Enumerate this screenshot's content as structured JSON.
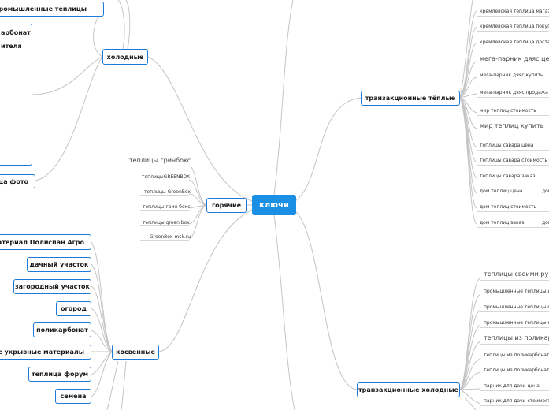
{
  "root": {
    "label": "ключи"
  },
  "branches": {
    "hot": "горячие",
    "cold": "холодные",
    "indirect": "косвенные",
    "trans_warm": "транзакционные тёплые",
    "trans_cold": "транзакционные холодные"
  },
  "cold_children": {
    "industrial": "промышленные теплицы",
    "polycarbonate_card_line1": "арбонат",
    "polycarbonate_card_line2": "ителя",
    "photo": "ица фото"
  },
  "hot_leaves": {
    "header": "теплицы гринбокс",
    "items": [
      "теплицыGREENBOX",
      "теплицы GreenBox",
      "теплицы грин бокс",
      "теплицы green box",
      "GreenBox-msk.ru"
    ]
  },
  "indirect_items": [
    "й материал Полиспан Агро",
    "дачный участок",
    "загородный участок",
    "огород",
    "поликарбонат",
    "ные укрывные материалы",
    "теплица форум",
    "семена"
  ],
  "warm_leaves": [
    "кремлевская теплица магазин",
    "кремлевская теплица покупка",
    "кремлевская теплица доставка",
    "мега-парник дяяс цена",
    "мега-парник дяяс купить",
    "мега-парник дяяс продажа",
    "мир теплиц стоимость",
    "мир теплиц купить",
    "теплицы савара цена",
    "теплицы савара стоимость",
    "теплицы савара заказ",
    "дом теплиц цена",
    "дом теплиц стоимость",
    "дом теплиц заказ"
  ],
  "warm_extra": [
    "дом",
    "дом"
  ],
  "cold_trans_leaves": [
    "теплицы своими рука",
    "промышленные теплицы цен",
    "промышленные теплицы сто",
    "промышленные теплицы куп",
    "теплицы из поликарбо",
    "теплицы из поликарбоната с",
    "теплицы из поликарбоната з",
    "парник для дачи цена",
    "парник для дачи стоимость"
  ],
  "colors": {
    "accent": "#1a8fe3",
    "border": "#1b7bd6",
    "line": "#c4c4c4"
  }
}
